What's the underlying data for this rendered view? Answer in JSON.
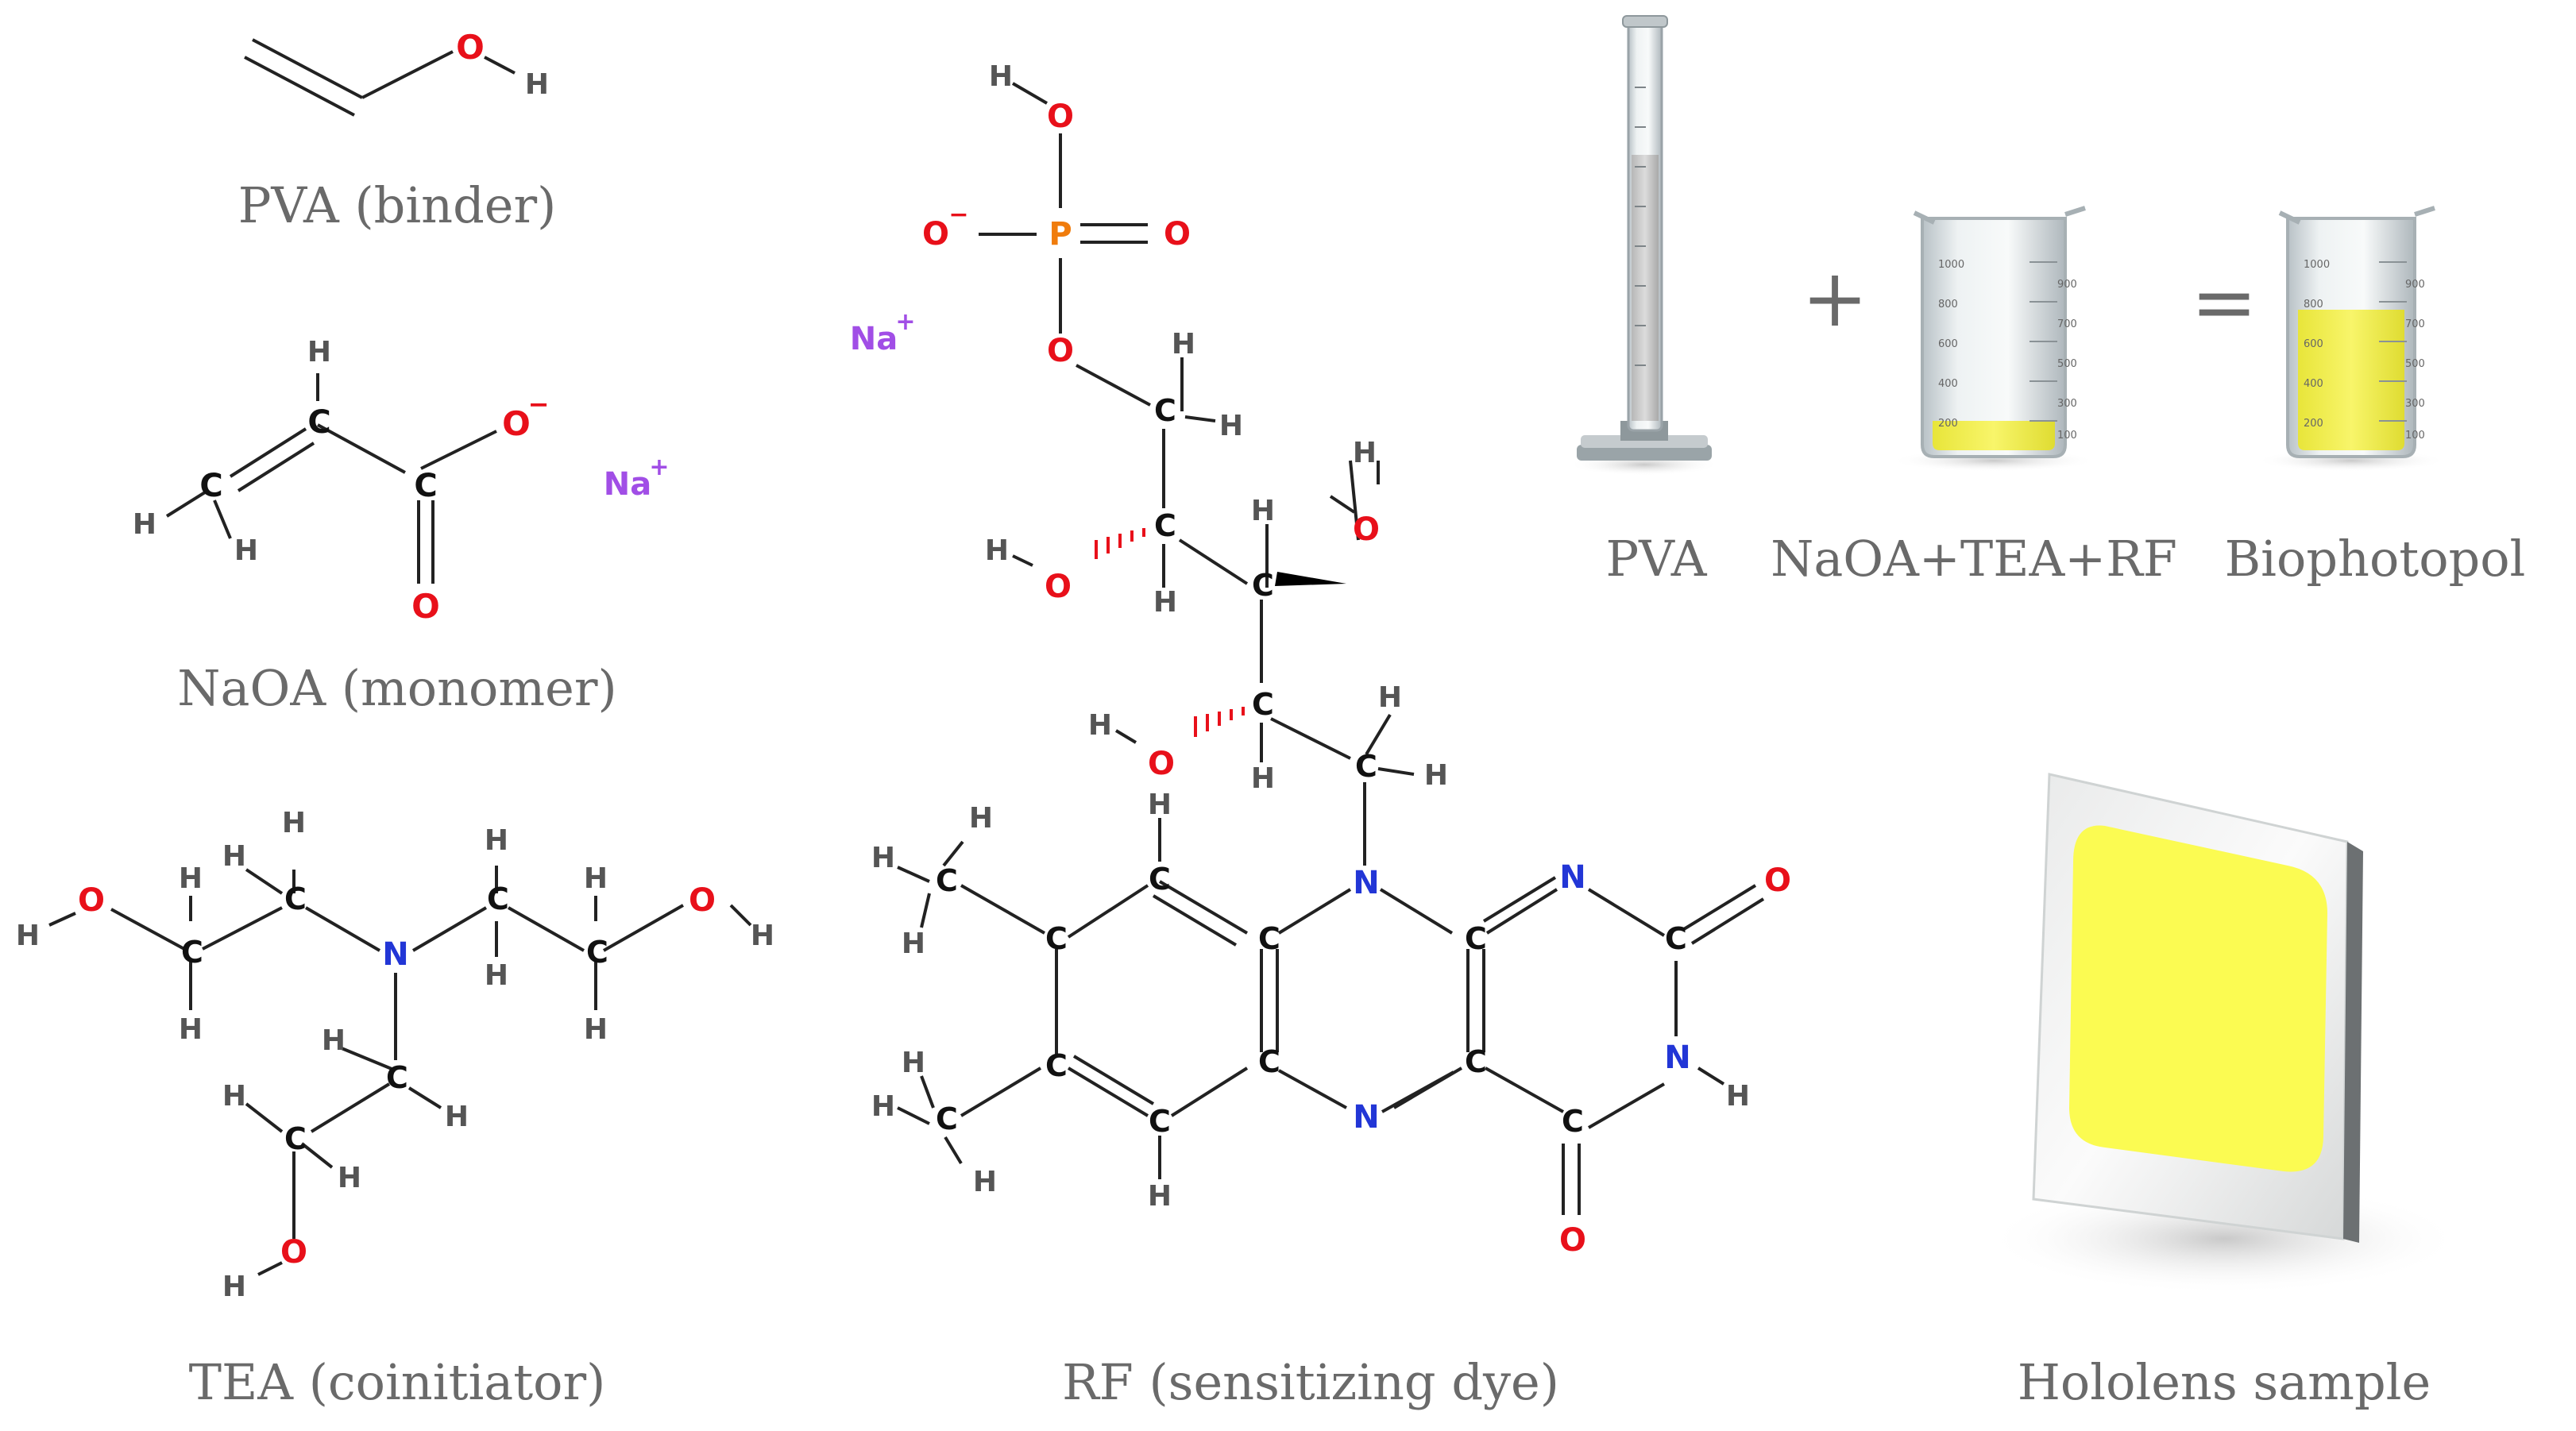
{
  "captions": {
    "pva_binder": "PVA (binder)",
    "naoa_monomer": "NaOA (monomer)",
    "tea_coinitiator": "TEA (coinitiator)",
    "rf_dye": "RF (sensitizing dye)",
    "pva": "PVA",
    "mixture": "NaOA+TEA+RF",
    "product": "Biophotopol",
    "sample": "Hololens sample"
  },
  "operators": {
    "plus": "+",
    "equals": "="
  },
  "atoms": {
    "C": "C",
    "H": "H",
    "O": "O",
    "N": "N",
    "P": "P",
    "Na": "Na",
    "charge_plus": "+",
    "charge_minus": "−"
  },
  "beaker_scale": {
    "left": [
      "1000",
      "800",
      "600",
      "400",
      "200"
    ],
    "right": [
      "900",
      "700",
      "500",
      "300",
      "100"
    ]
  },
  "colors": {
    "carbon": "#111111",
    "hydrogen": "#555555",
    "oxygen": "#e8101a",
    "nitrogen": "#2236d6",
    "phosphorus": "#f07c0c",
    "sodium": "#a14ee6",
    "solution_yellow": "#f5f24a",
    "caption_gray": "#6a6a6a"
  }
}
